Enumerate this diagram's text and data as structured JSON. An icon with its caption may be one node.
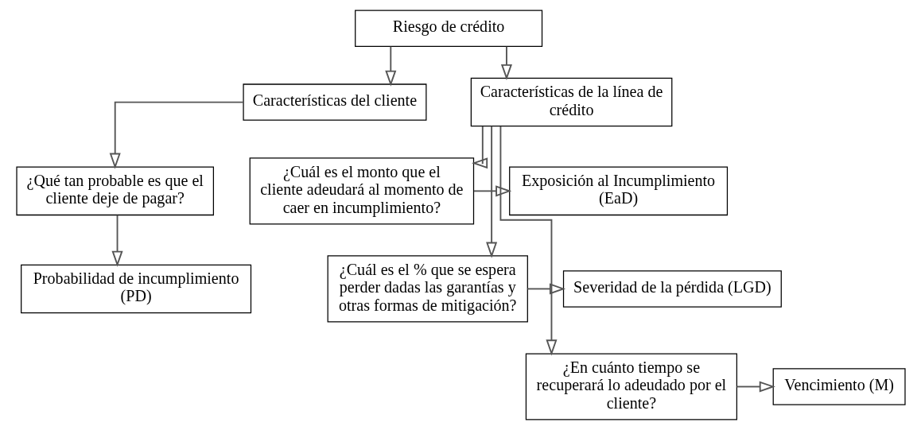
{
  "diagram": {
    "nodes": [
      {
        "text": [
          "Riesgo de crédito"
        ]
      },
      {
        "text": [
          "Características del cliente"
        ]
      },
      {
        "text": [
          "¿Qué tan probable es que el cliente deje de pagar?"
        ]
      },
      {
        "text": [
          "Probabilidad de incumplimiento (PD)"
        ]
      },
      {
        "text": [
          "Características de la línea de crédito"
        ]
      },
      {
        "text": [
          "¿Cuál es el monto que el cliente adeudará al momento de caer en incumplimiento?"
        ]
      },
      {
        "text": [
          "Exposición al Incumplimiento (EaD)"
        ]
      },
      {
        "text": [
          "¿Cuál es el % que se espera perder dadas las garantías y otras formas de mitigación?"
        ]
      },
      {
        "text": [
          "Severidad de la pérdida (LGD)"
        ]
      },
      {
        "text": [
          "¿En cuánto tiempo se recuperará lo adeudado por el cliente?"
        ]
      },
      {
        "text": [
          "Vencimiento (M)"
        ]
      }
    ],
    "edges": [
      {
        "from": 0,
        "to": 1,
        "arrow": "to"
      },
      {
        "from": 0,
        "to": 4,
        "arrow": "to"
      },
      {
        "from": 1,
        "to": 2,
        "arrow": "to"
      },
      {
        "from": 2,
        "to": 3,
        "arrow": "to"
      },
      {
        "from": 4,
        "to": 5,
        "arrow": "to"
      },
      {
        "from": 4,
        "to": 7,
        "arrow": "to"
      },
      {
        "from": 4,
        "to": 9,
        "arrow": "to"
      },
      {
        "from": 5,
        "to": 6,
        "arrow": "to"
      },
      {
        "from": 7,
        "to": 8,
        "arrow": "to"
      },
      {
        "from": 9,
        "to": 10,
        "arrow": "to"
      }
    ]
  }
}
